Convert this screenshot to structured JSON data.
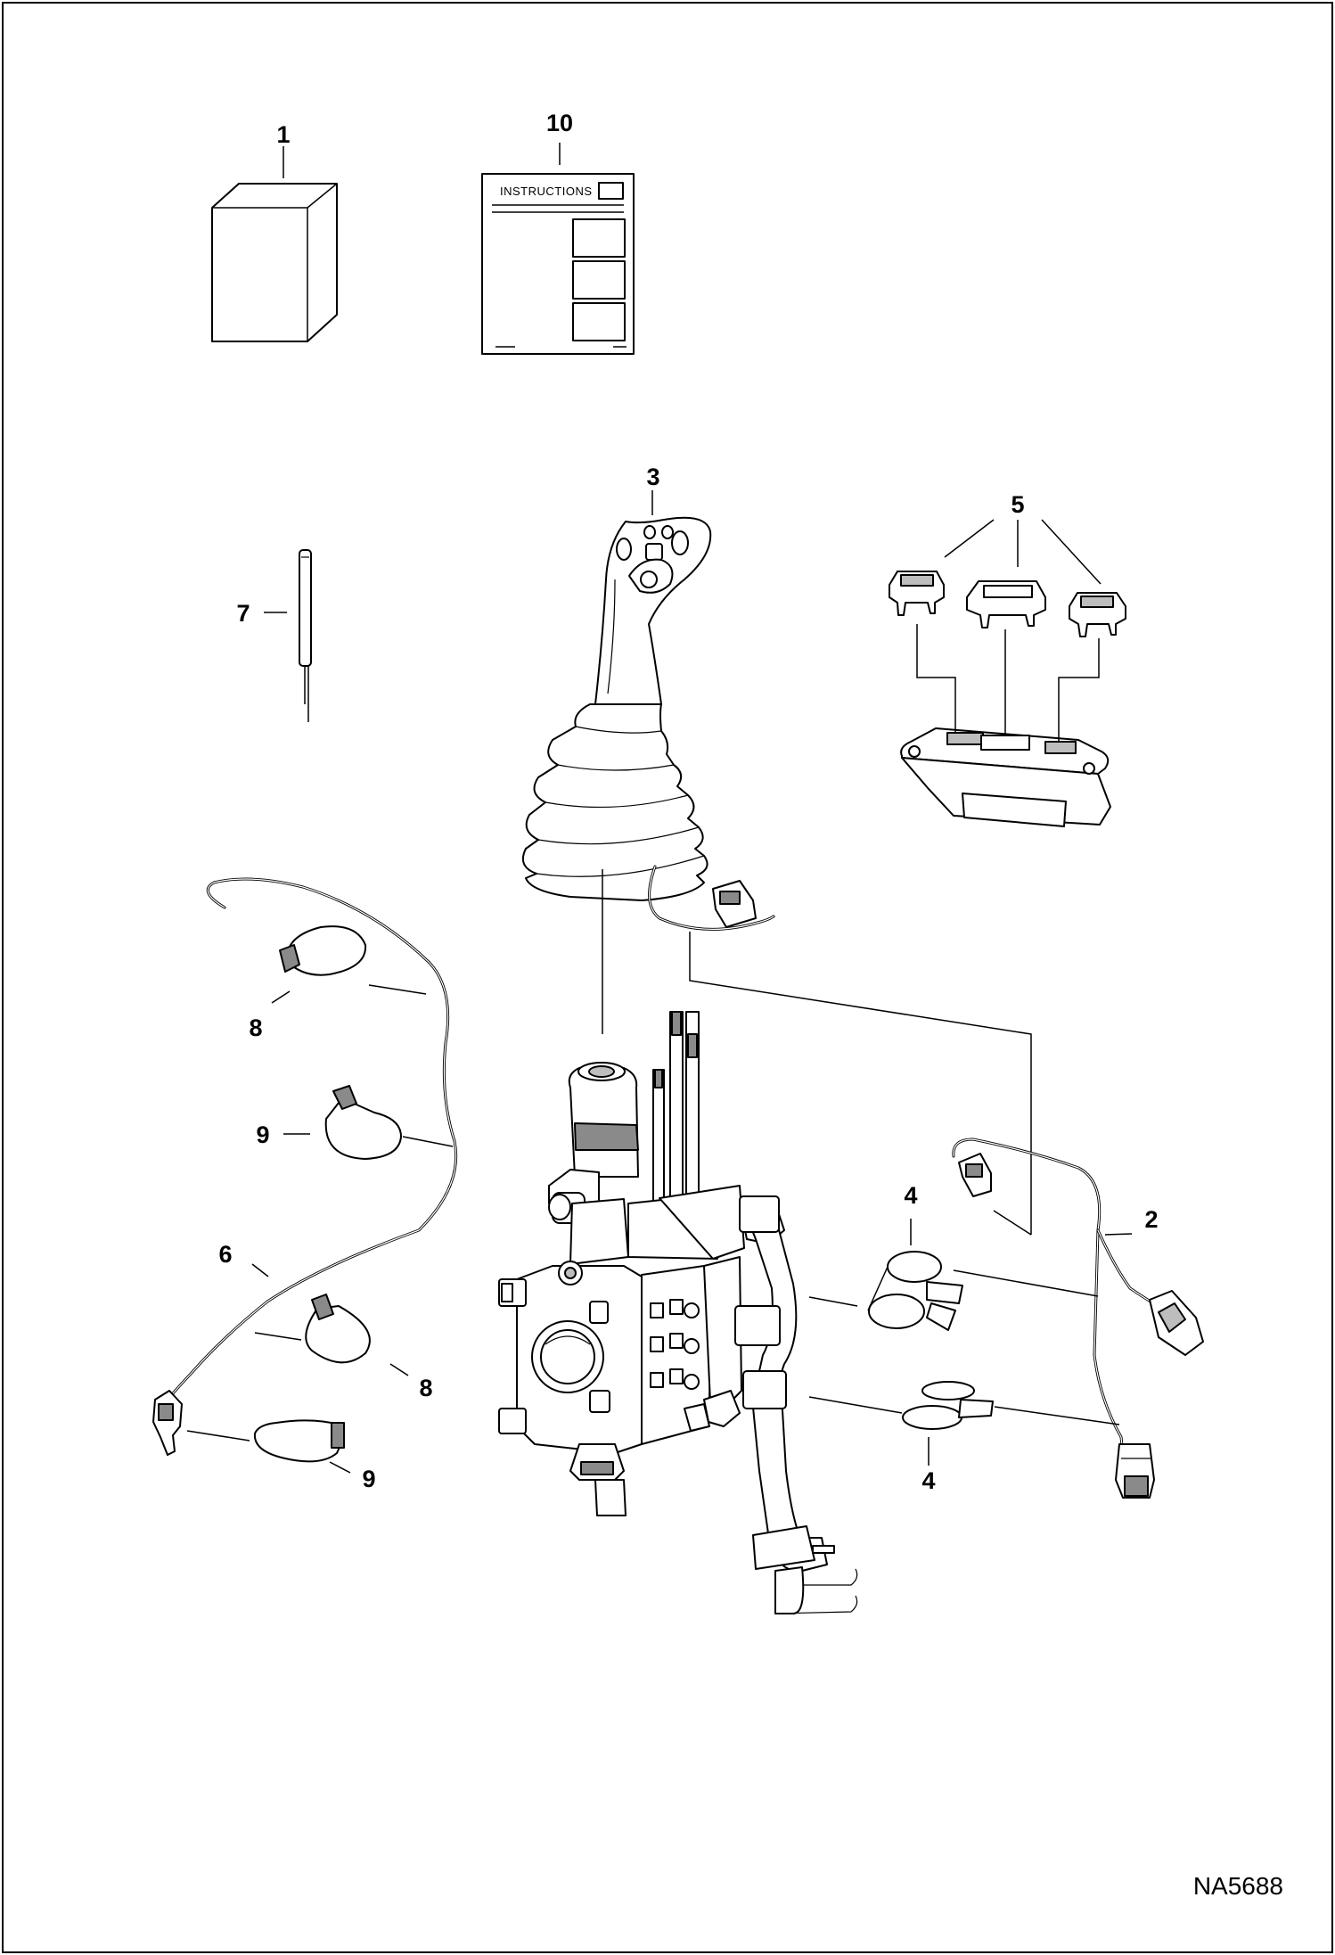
{
  "figure_id": "NA5688",
  "instructions_sheet_label": "INSTRUCTIONS",
  "callouts": {
    "kit_box": "1",
    "wire_harness": "2",
    "joystick_handle": "3",
    "hose_clamp_upper": "4",
    "hose_clamp_lower": "4",
    "switch_insert": "5",
    "tie_wire": "6",
    "sleeve": "7",
    "cable_tie_upper": "8",
    "cable_tie_lower": "8",
    "cable_tie_mount_upper": "9",
    "cable_tie_mount_lower": "9",
    "instructions": "10"
  }
}
